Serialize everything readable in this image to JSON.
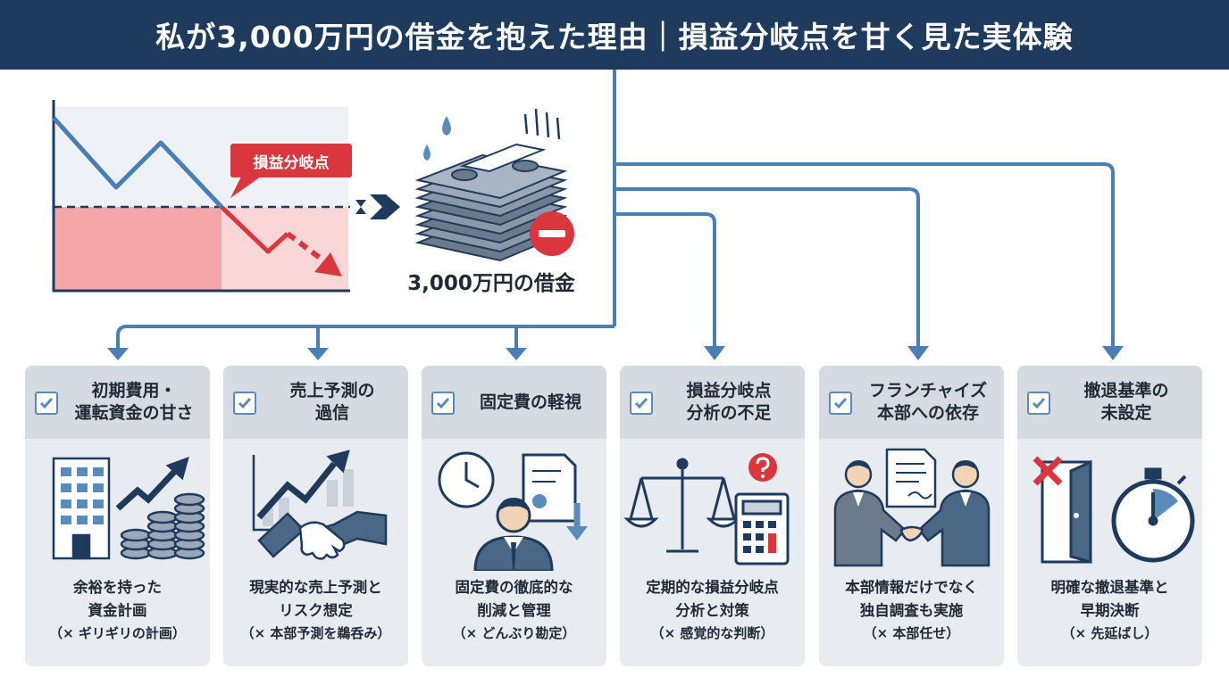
{
  "header": {
    "title": "私が3,000万円の借金を抱えた理由｜損益分岐点を甘く見た実体験"
  },
  "hero": {
    "breakeven_label": "損益分岐点",
    "debt_label": "3,000万円の借金",
    "colors": {
      "line": "#4a7fb5",
      "loss_zone": "#f4a6a8",
      "arrow": "#d9363e",
      "navy": "#1e3a5c"
    }
  },
  "reasons": [
    {
      "title": "初期費用・運転資金の甘さ",
      "title_lines": [
        "初期費用・",
        "運転資金の甘さ"
      ],
      "icon": "building-growth-icon",
      "lesson_lines": [
        "余裕を持った",
        "資金計画"
      ],
      "note": "（× ギリギリの計画）"
    },
    {
      "title": "売上予測の過信",
      "title_lines": [
        "売上予測の",
        "過信"
      ],
      "icon": "handshake-chart-icon",
      "lesson_lines": [
        "現実的な売上予測と",
        "リスク想定"
      ],
      "note": "（× 本部予測を鵜呑み）"
    },
    {
      "title": "固定費の軽視",
      "title_lines": [
        "固定費の軽視"
      ],
      "icon": "clock-person-document-icon",
      "lesson_lines": [
        "固定費の徹底的な",
        "削減と管理"
      ],
      "note": "（× どんぶり勘定）"
    },
    {
      "title": "損益分岐点分析の不足",
      "title_lines": [
        "損益分岐点",
        "分析の不足"
      ],
      "icon": "scale-calculator-icon",
      "lesson_lines": [
        "定期的な損益分岐点",
        "分析と対策"
      ],
      "note": "（× 感覚的な判断）"
    },
    {
      "title": "フランチャイズ本部への依存",
      "title_lines": [
        "フランチャイズ",
        "本部への依存"
      ],
      "icon": "business-handshake-icon",
      "lesson_lines": [
        "本部情報だけでなく",
        "独自調査も実施"
      ],
      "note": "（× 本部任せ）"
    },
    {
      "title": "撤退基準の未設定",
      "title_lines": [
        "撤退基準の",
        "未設定"
      ],
      "icon": "exit-door-stopwatch-icon",
      "lesson_lines": [
        "明確な撤退基準と",
        "早期決断"
      ],
      "note": "（× 先延ばし）"
    }
  ]
}
